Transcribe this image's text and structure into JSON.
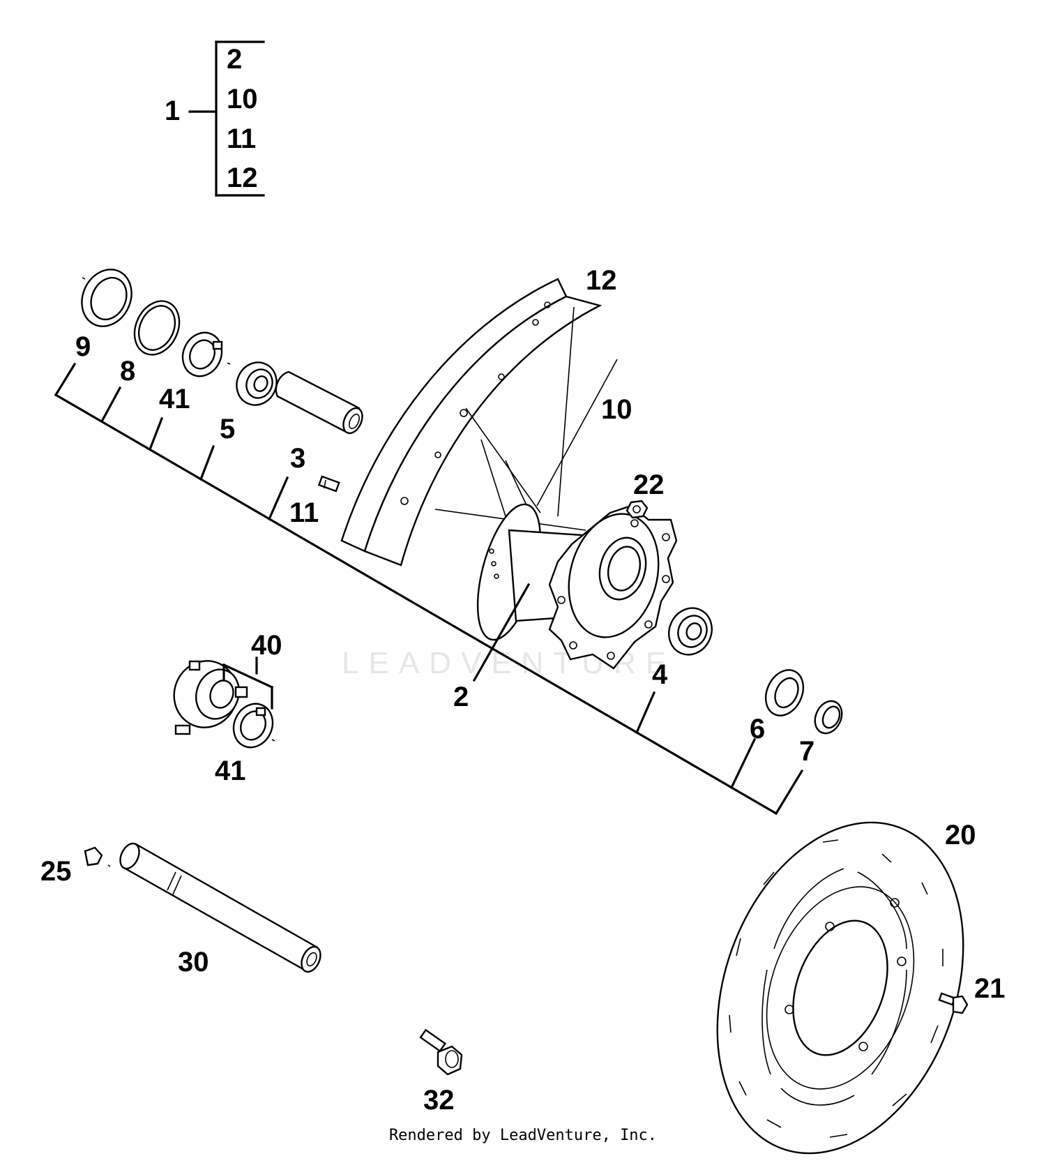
{
  "watermark": "LEADVENTURE",
  "credit": "Rendered by LeadVenture, Inc.",
  "assembly": {
    "label": "1",
    "members": [
      "2",
      "10",
      "11",
      "12"
    ]
  },
  "callouts": {
    "p2": "2",
    "p3": "3",
    "p4": "4",
    "p5": "5",
    "p6": "6",
    "p7": "7",
    "p8": "8",
    "p9": "9",
    "p10": "10",
    "p11": "11",
    "p12": "12",
    "p20": "20",
    "p21": "21",
    "p22": "22",
    "p25": "25",
    "p30": "30",
    "p32": "32",
    "p40": "40",
    "p41a": "41",
    "p41b": "41"
  }
}
